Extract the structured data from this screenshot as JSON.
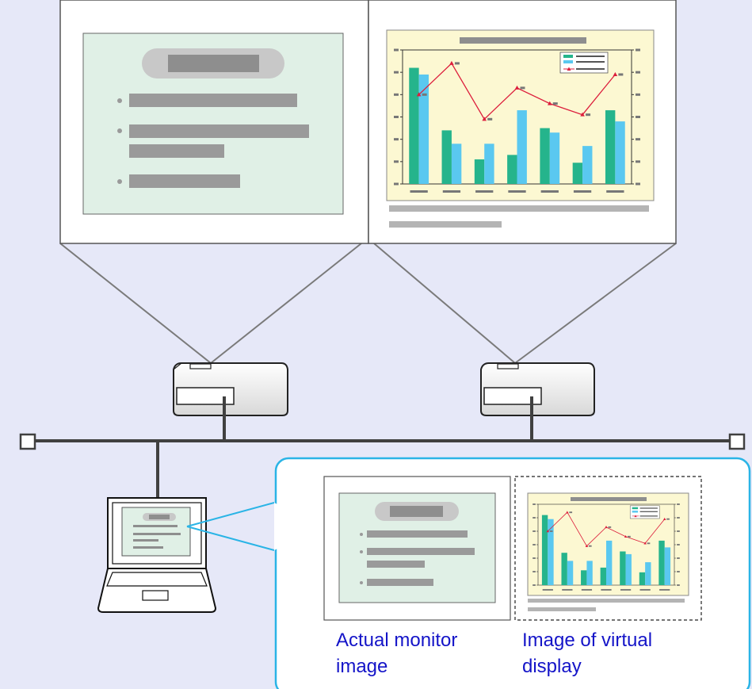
{
  "captions": {
    "actual_monitor": "Actual monitor\nimage",
    "virtual_display": "Image of virtual\ndisplay"
  },
  "colors": {
    "background": "#e6e8f8",
    "slide_green": "#e0f0e6",
    "chart_yellow": "#fcf8d2",
    "bar_teal": "#25b48c",
    "bar_cyan": "#5ac8f0",
    "line_red": "#dc1e3c",
    "caption_blue": "#1414c8",
    "callout_border": "#2ab4e6"
  },
  "icons": [
    "projector-icon",
    "laptop-icon",
    "network-terminator-icon"
  ],
  "chart_data": {
    "type": "bar",
    "title": "",
    "categories": [
      "",
      "",
      "",
      "",
      "",
      "",
      ""
    ],
    "series": [
      {
        "type": "bar",
        "values": [
          5.2,
          2.4,
          1.1,
          1.3,
          2.5,
          0.95,
          3.3
        ]
      },
      {
        "type": "bar",
        "values": [
          4.9,
          1.8,
          1.8,
          3.3,
          2.3,
          1.7,
          2.8
        ]
      },
      {
        "type": "line",
        "values": [
          4.0,
          5.4,
          2.9,
          4.3,
          3.6,
          3.1,
          4.9
        ]
      }
    ],
    "ylim": [
      0,
      6
    ],
    "legend": "top-right",
    "grid": false
  }
}
